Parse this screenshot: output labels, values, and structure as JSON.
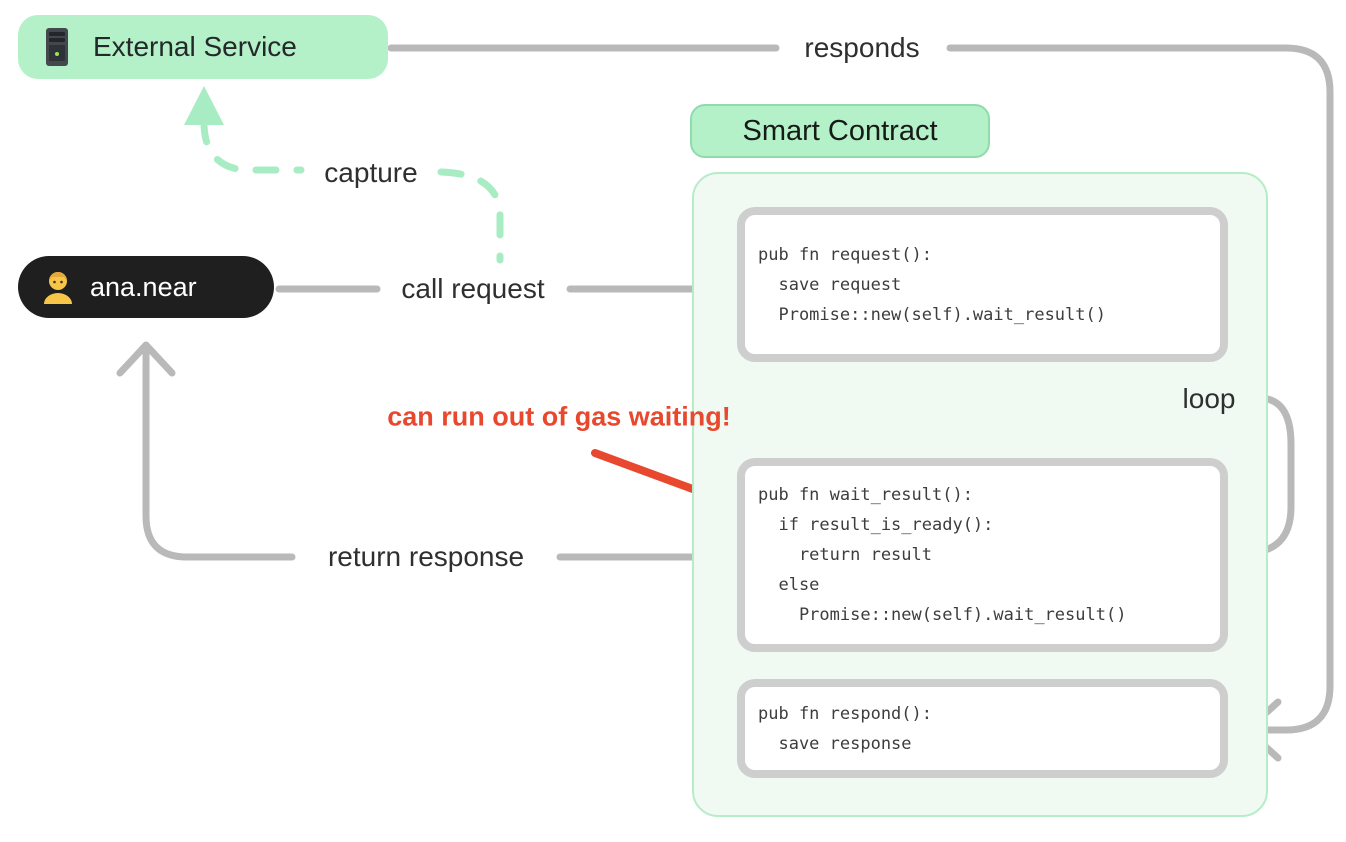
{
  "diagram": {
    "external_service": {
      "label": "External Service",
      "icon": "server-icon"
    },
    "user": {
      "label": "ana.near",
      "icon": "person-icon"
    },
    "smart_contract": {
      "title": "Smart Contract"
    },
    "edge_labels": {
      "responds": "responds",
      "capture": "capture",
      "call_request": "call request",
      "return_response": "return response",
      "loop": "loop"
    },
    "warning": "can run out of gas waiting!",
    "code_blocks": [
      {
        "name": "request",
        "lines": [
          "pub fn request():",
          "  save request",
          "  Promise::new(self).wait_result()"
        ]
      },
      {
        "name": "wait_result",
        "lines": [
          "pub fn wait_result():",
          "  if result_is_ready():",
          "    return result",
          "  else",
          "    Promise::new(self).wait_result()"
        ]
      },
      {
        "name": "respond",
        "lines": [
          "pub fn respond():",
          "  save response"
        ]
      }
    ],
    "colors": {
      "accent_green": "#b4f0c8",
      "container_fill": "#f0faf3",
      "container_border": "#b6ecc8",
      "connector_gray": "#b9b9b9",
      "code_box_border": "#cecece",
      "dashed_green": "#a8ecc3",
      "dashed_gray": "#e3e3e3",
      "warning_red": "#e8482d",
      "user_pill_bg": "#1f1f1f"
    }
  }
}
